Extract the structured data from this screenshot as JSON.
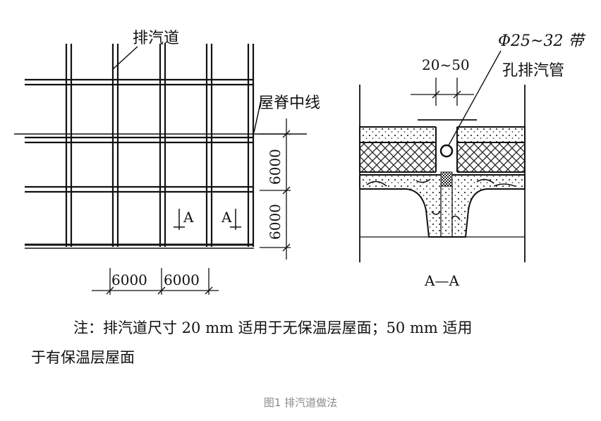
{
  "plan": {
    "label_vent": "排汽道",
    "label_ridge": "屋脊中线",
    "dim_h1": "6000",
    "dim_h2": "6000",
    "dim_v1": "6000",
    "dim_v2": "6000",
    "section_mark_left": "A",
    "section_mark_right": "A"
  },
  "section": {
    "label_pipe_line1": "Φ25~32 带",
    "label_pipe_line2": "孔排汽管",
    "dim_gap": "20~50",
    "title": "A—A"
  },
  "note": {
    "line1": "注：排汽道尺寸 20 mm 适用于无保温层屋面；50 mm 适用",
    "line2": "于有保温层屋面"
  },
  "caption": "图1 排汽道做法"
}
